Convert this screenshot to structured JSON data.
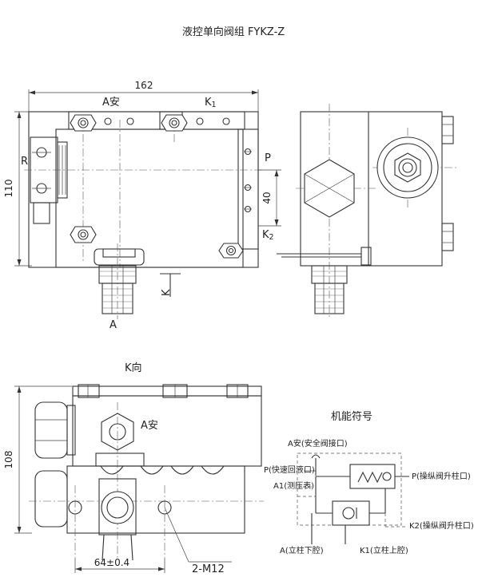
{
  "title": "液控单向阀组 FYKZ-Z",
  "front_view": {
    "dim_width": "162",
    "dim_height": "110",
    "dim_40": "40",
    "port_a_safe": "A安",
    "port_k1_base": "K",
    "port_k1_sub": "1",
    "port_r": "R",
    "port_p": "P",
    "port_k2_base": "K",
    "port_k2_sub": "2",
    "port_a": "A",
    "view_arrow_k": "K"
  },
  "k_view": {
    "title": "K向",
    "dim_height": "108",
    "port_a_safe": "A安",
    "dim_spacing": "64±0.4",
    "thread_callout": "2-M12"
  },
  "symbol": {
    "title": "机能符号",
    "a_safe": "A安(安全阀接口)",
    "p_fast": "P(快速回液口)",
    "a1": "A1(测压表)",
    "p_right": "P(操纵阀升柱口)",
    "k2_right": "K2(操纵阀升柱口)",
    "a_bottom": "A(立柱下腔)",
    "k1_bottom": "K1(立柱上腔)"
  }
}
